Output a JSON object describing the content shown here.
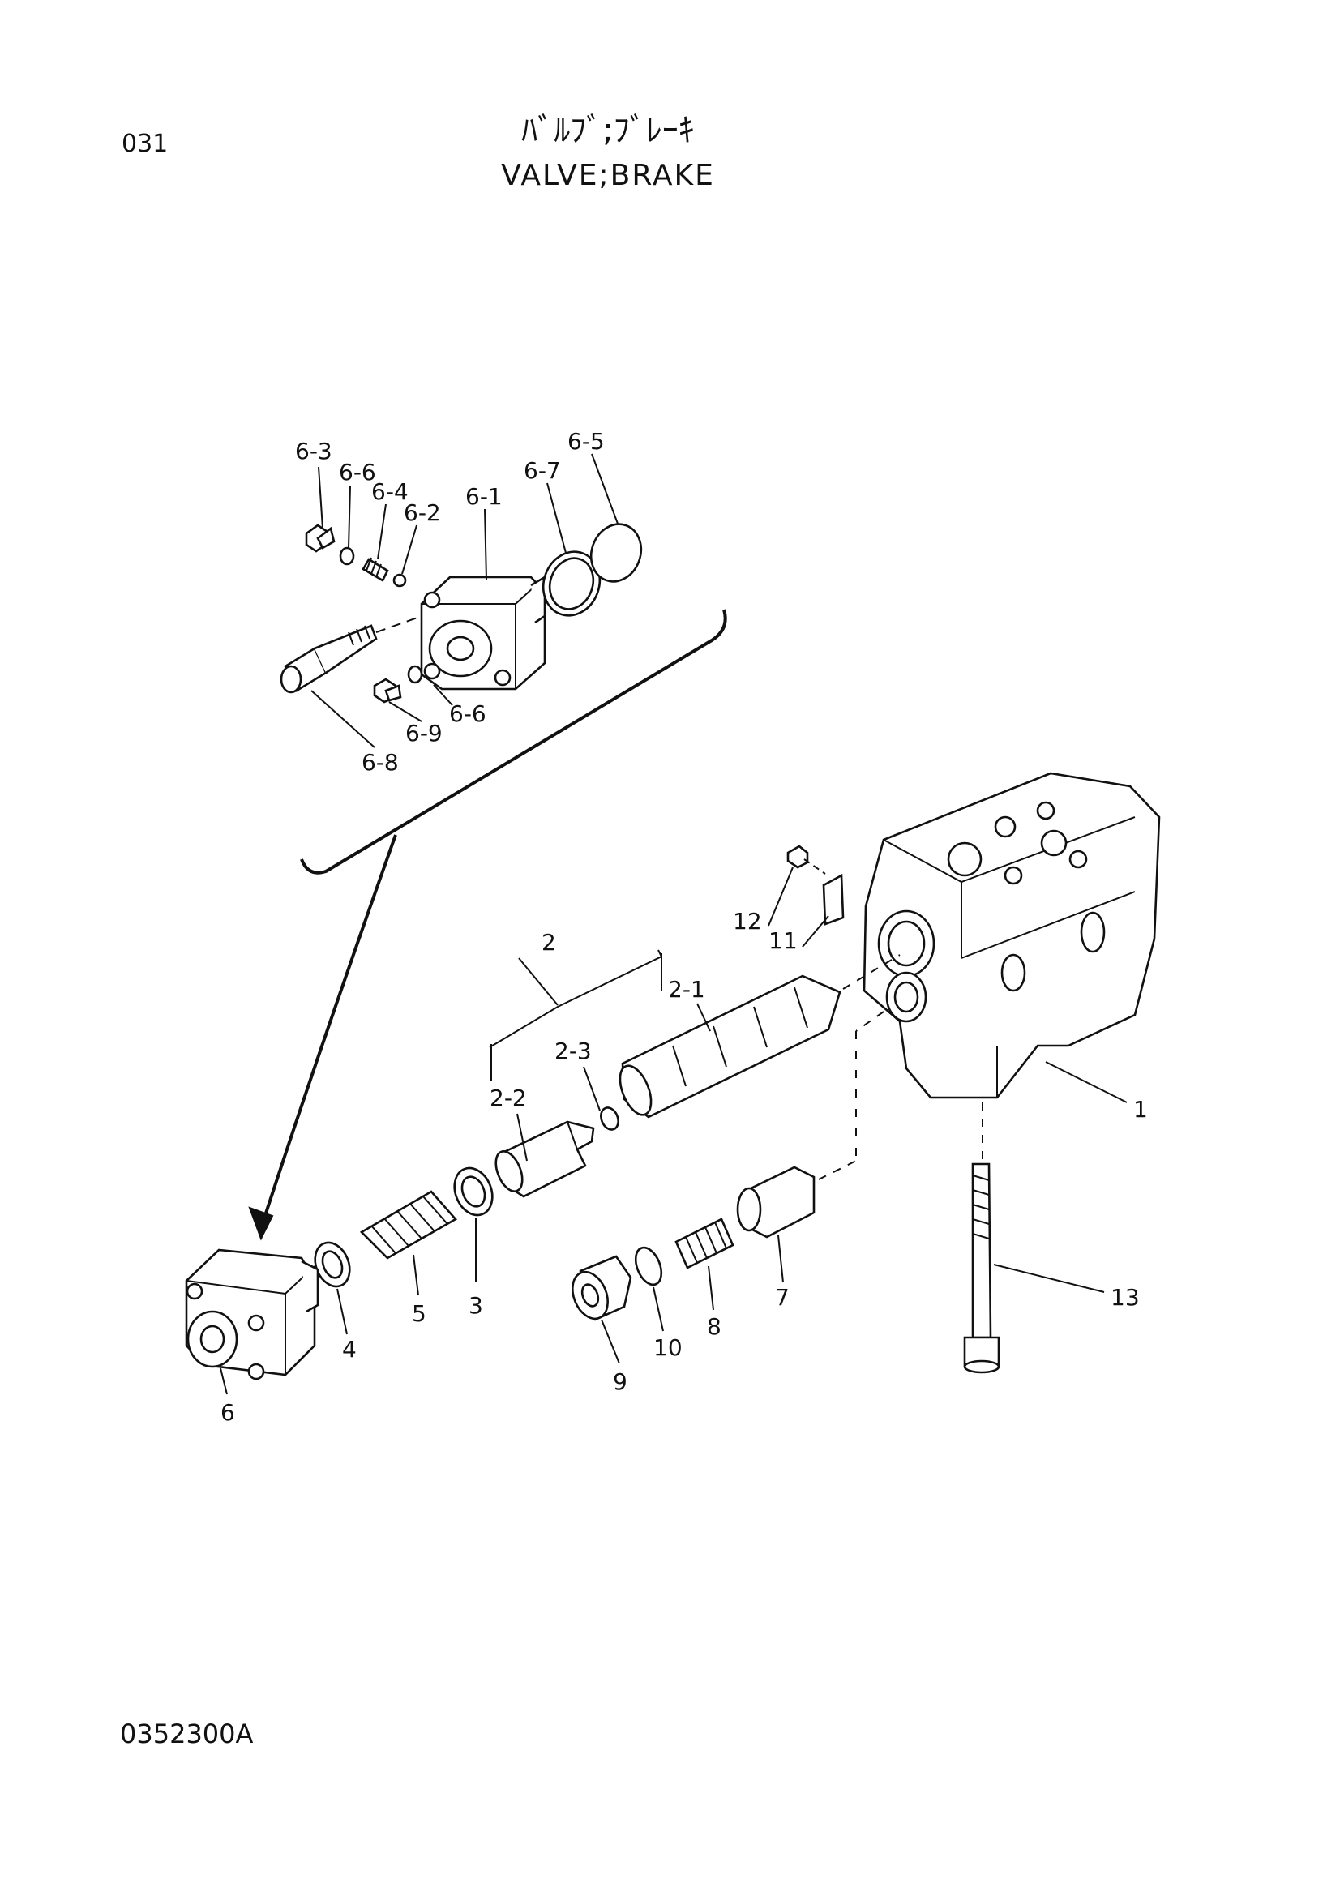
{
  "header": {
    "page_number": "031",
    "title_jp": "ﾊﾞﾙﾌﾞ;ﾌﾞﾚｰｷ",
    "title_en": "VALVE;BRAKE"
  },
  "footer": {
    "drawing_number": "0352300A"
  },
  "callouts": {
    "c1": "1",
    "c2": "2",
    "c2_1": "2-1",
    "c2_2": "2-2",
    "c2_3": "2-3",
    "c3": "3",
    "c4": "4",
    "c5": "5",
    "c6": "6",
    "c6_1": "6-1",
    "c6_2": "6-2",
    "c6_3": "6-3",
    "c6_4": "6-4",
    "c6_5": "6-5",
    "c6_6a": "6-6",
    "c6_6b": "6-6",
    "c6_7": "6-7",
    "c6_8": "6-8",
    "c6_9": "6-9",
    "c7": "7",
    "c8": "8",
    "c9": "9",
    "c10": "10",
    "c11": "11",
    "c12": "12",
    "c13": "13"
  }
}
